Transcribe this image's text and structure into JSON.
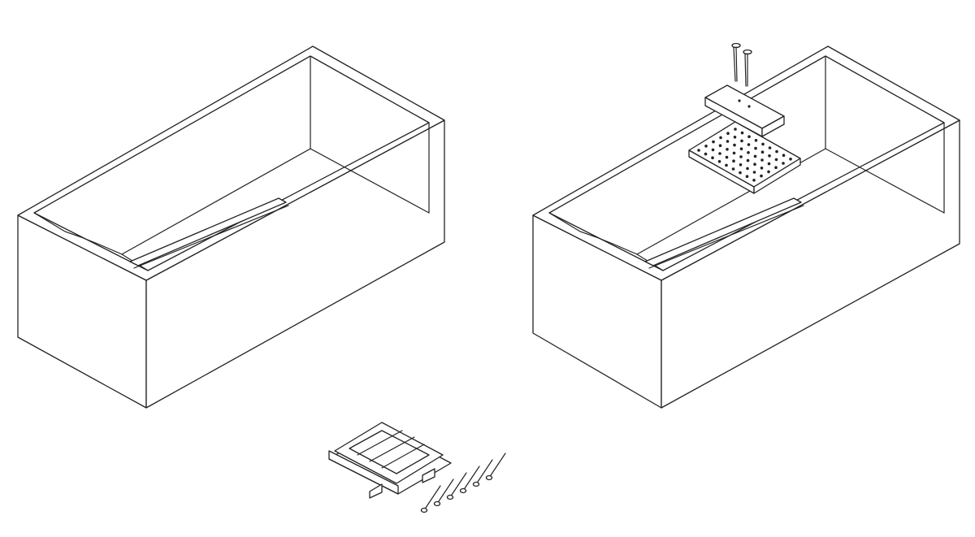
{
  "diagram": {
    "stroke_color": "#222222",
    "background_color": "#ffffff",
    "figures": [
      {
        "id": "bathtub-plain",
        "icon": "bathtub-illustration"
      },
      {
        "id": "support-frame-kit",
        "icon": "frame-illustration",
        "nail_count": 6
      },
      {
        "id": "bathtub-with-parts",
        "icon": "bathtub-illustration",
        "nail_count": 2
      }
    ]
  }
}
